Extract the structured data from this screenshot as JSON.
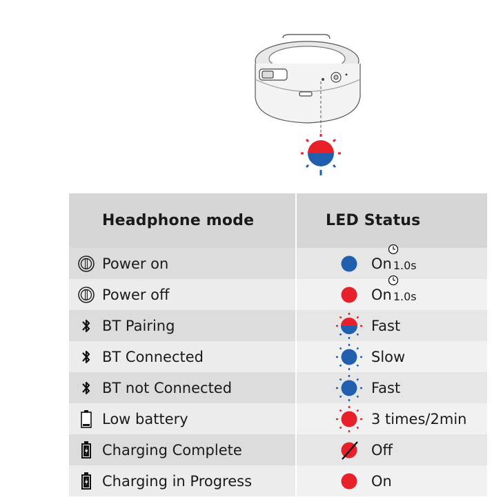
{
  "table": {
    "header": {
      "mode": "Headphone mode",
      "status": "LED Status"
    },
    "rows": [
      {
        "icon": "power-icon",
        "mode": "Power on",
        "led": "blue-solid",
        "status": "On",
        "timer": "1.0s",
        "led_color": "#1f5fae"
      },
      {
        "icon": "power-icon",
        "mode": "Power off",
        "led": "red-solid",
        "status": "On",
        "timer": "1.0s",
        "led_color": "#e8202a"
      },
      {
        "icon": "bluetooth-icon",
        "mode": "BT Pairing",
        "led": "red-blue-flash",
        "status": "Fast"
      },
      {
        "icon": "bluetooth-icon",
        "mode": "BT Connected",
        "led": "blue-flash",
        "status": "Slow",
        "led_color": "#1f5fae"
      },
      {
        "icon": "bluetooth-icon",
        "mode": "BT not Connected",
        "led": "blue-flash",
        "status": "Fast",
        "led_color": "#1f5fae"
      },
      {
        "icon": "low-battery-icon",
        "mode": "Low battery",
        "led": "red-flash",
        "status": "3 times/2min",
        "led_color": "#e8202a"
      },
      {
        "icon": "battery-charging-icon",
        "mode": "Charging Complete",
        "led": "off",
        "status": "Off",
        "led_color": "#e8202a"
      },
      {
        "icon": "battery-charging-icon",
        "mode": "Charging in Progress",
        "led": "red-solid",
        "status": "On",
        "led_color": "#e8202a"
      }
    ]
  },
  "colors": {
    "led_blue": "#1f5fae",
    "led_red": "#e8202a",
    "header_bg": "#d6d6d6"
  }
}
